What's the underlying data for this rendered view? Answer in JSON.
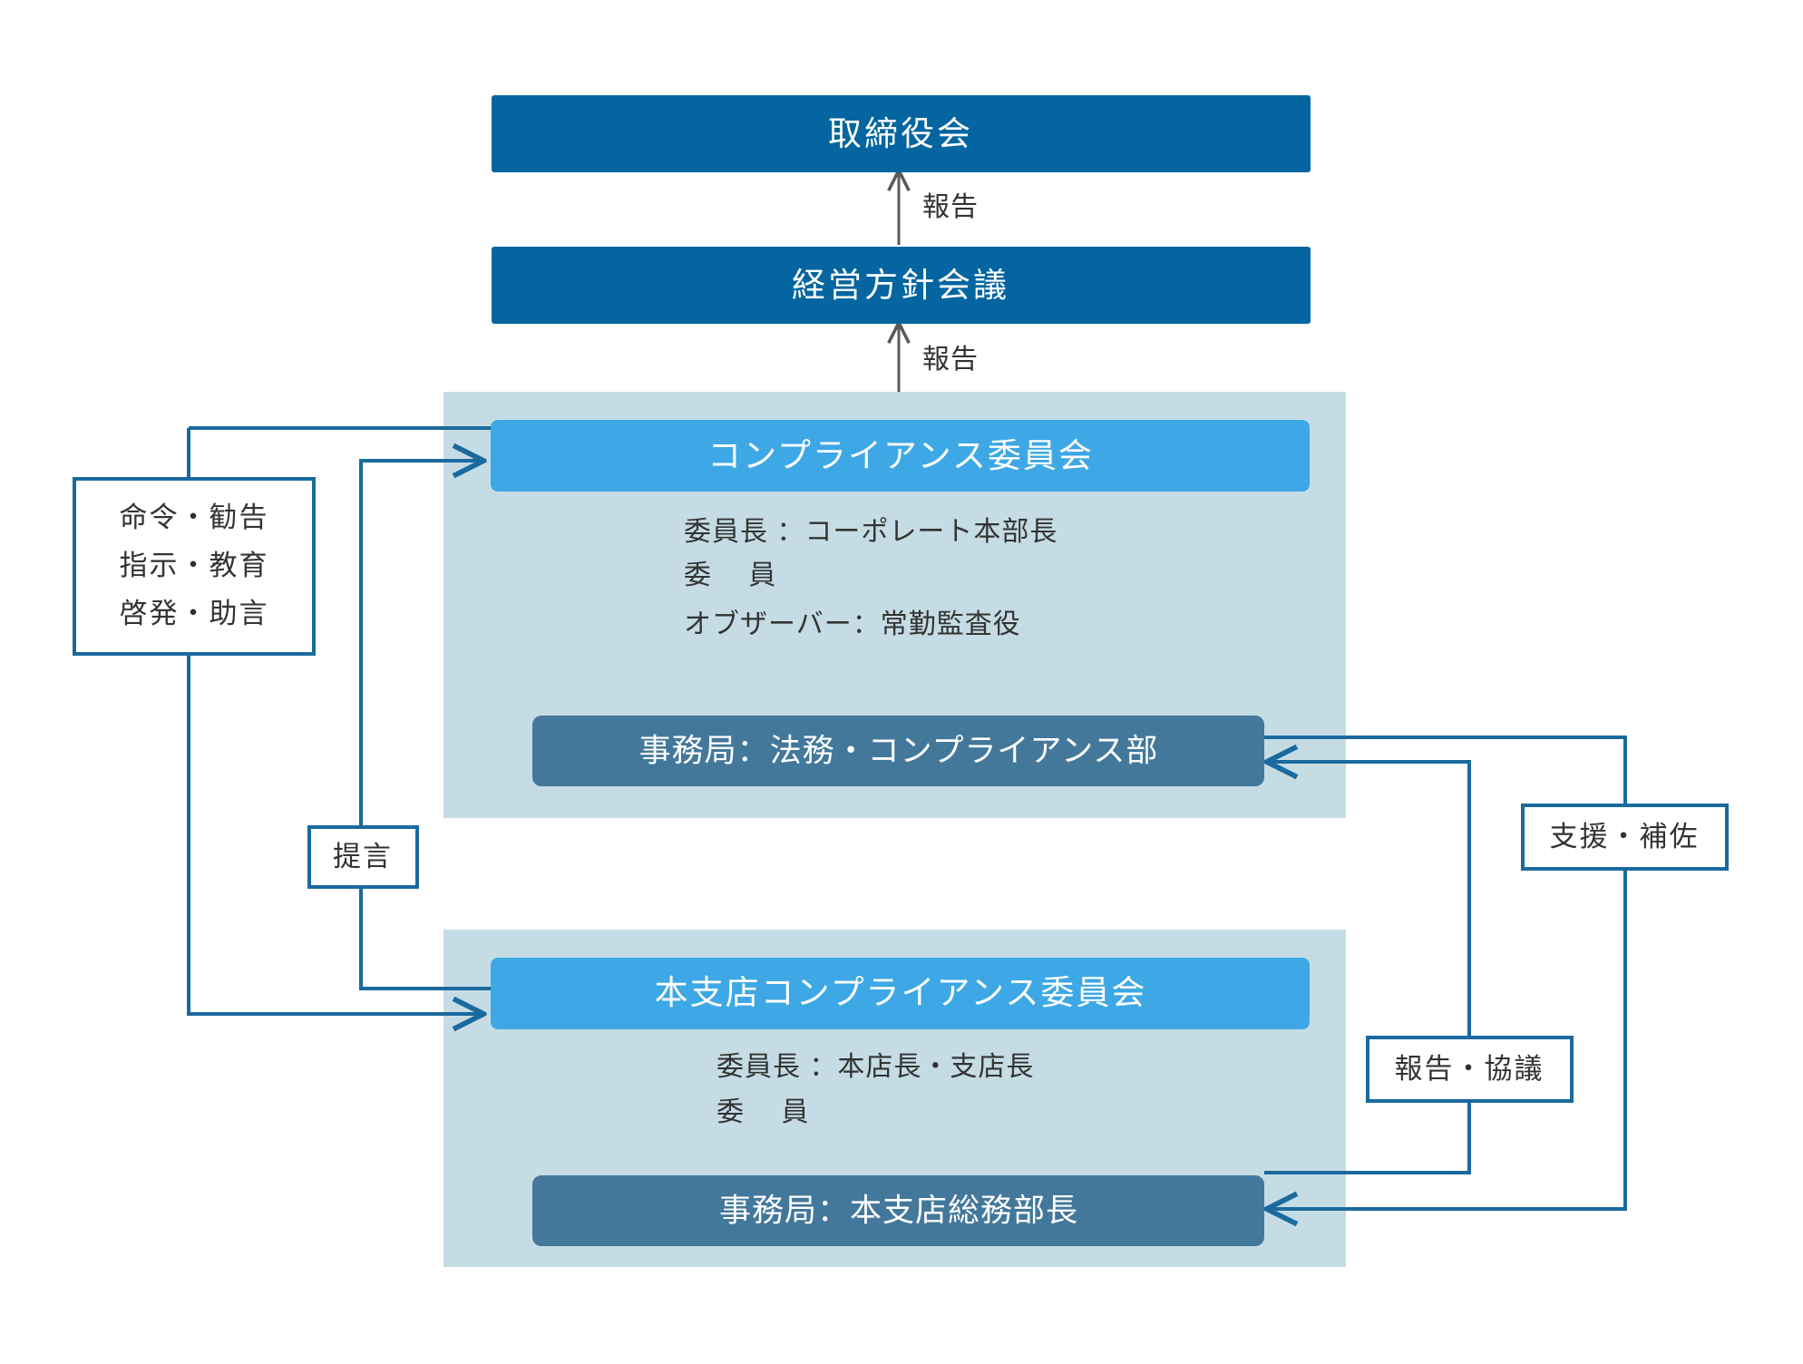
{
  "colors": {
    "dark_blue": "#0465A0",
    "mid_blue": "#3DA8E5",
    "slate_blue": "#43789B",
    "panel_bg": "#C5DCE5",
    "connector": "#1A6A9E",
    "gray_arrow": "#5A5A5A",
    "text_dark": "#333333",
    "page_bg": "#FFFFFF"
  },
  "nodes": {
    "board": {
      "label": "取締役会"
    },
    "management_policy_meeting": {
      "label": "経営方針会議"
    },
    "compliance_committee": {
      "header": "コンプライアンス委員会",
      "details": [
        "委員長 ：コーポレート本部長",
        "委　 員",
        "オブザーバー：常勤監査役"
      ],
      "secretariat": "事務局：法務・コンプライアンス部"
    },
    "branch_compliance_committee": {
      "header": "本支店コンプライアンス委員会",
      "details": [
        "委員長 ：本店長・支店長",
        "委　 員"
      ],
      "secretariat": "事務局：本支店総務部長"
    }
  },
  "edges": {
    "report_to_board": "報告",
    "report_to_management": "報告",
    "order_recommend_note": [
      "命令・勧告",
      "指示・教育",
      "啓発・助言"
    ],
    "proposal_note": "提言",
    "support_note": "支援・補佐",
    "report_consult_note": "報告・協議"
  }
}
